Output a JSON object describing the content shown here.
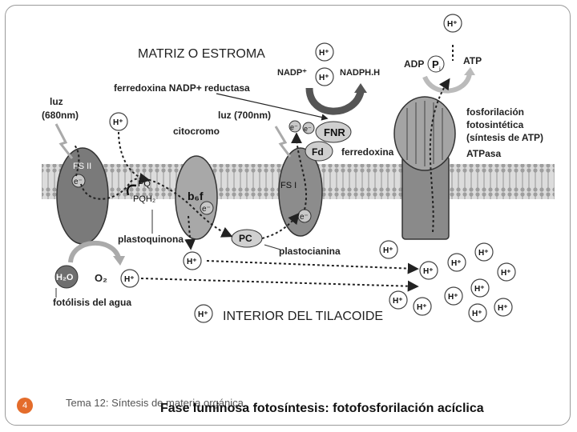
{
  "diagram": {
    "title_top": "MATRIZ O ESTROMA",
    "title_bottom": "INTERIOR DEL TILACOIDE",
    "labels": {
      "fnr_enzyme": "ferredoxina NADP+ reductasa",
      "light_680": "luz",
      "light_680_nm": "(680nm)",
      "light_700": "luz (700nm)",
      "citocromo": "citocromo",
      "ferredoxina": "ferredoxina",
      "plastoquinona": "plastoquinona",
      "plastocianina": "plastocianina",
      "fotolisis": "fotólisis del agua",
      "fosforilacion_1": "fosforilación",
      "fosforilacion_2": "fotosintética",
      "fosforilacion_3": "(síntesis de ATP)",
      "atpasa": "ATPasa"
    },
    "molecules": {
      "nadp": "NADP⁺",
      "nadph": "NADPH.H",
      "adp": "ADP",
      "pi": "P",
      "pi_sub": "i",
      "atp": "ATP",
      "h": "H⁺",
      "e": "e⁻",
      "fnr": "FNR",
      "fd": "Fd",
      "fs2": "FS II",
      "fs1": "FS I",
      "pq": "PQ",
      "pqh2": "PQH₂",
      "b6f": "b₆f",
      "pc": "PC",
      "h2o": "H₂O",
      "o2": "O₂"
    }
  },
  "footer": {
    "page_number": "4",
    "topic": "Tema 12: Síntesis de materia orgánica",
    "slide_title": "Fase luminosa fotosíntesis: fotofosforilación acíclica"
  }
}
